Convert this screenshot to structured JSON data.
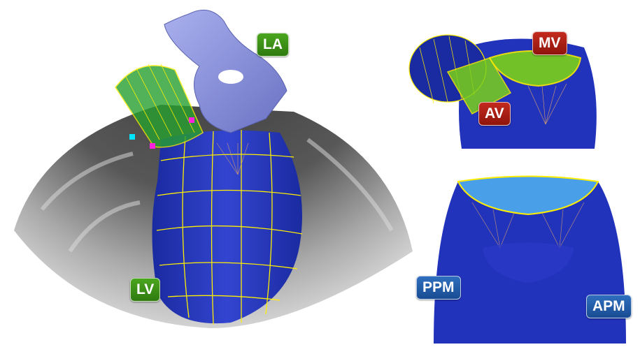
{
  "colors": {
    "ventricle": "#2233bb",
    "atrium": "#8890d8",
    "mesh": "#ffee00",
    "valve": "#7bd11a",
    "chordae": "#d8a070",
    "label_green": "#3a8f15",
    "label_red": "#a51f14",
    "label_blue": "#2060a8"
  },
  "labels": {
    "la": "LA",
    "lv": "LV",
    "mv": "MV",
    "av": "AV",
    "ppm": "PPM",
    "apm": "APM"
  }
}
